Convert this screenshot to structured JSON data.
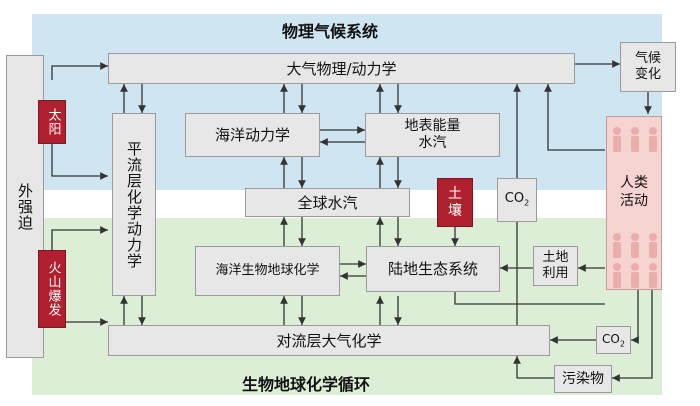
{
  "zones": {
    "physical_title": "物理气候系统",
    "bio_title": "生物地球化学循环"
  },
  "nodes": {
    "atmos": "大气物理/动力学",
    "climate1": "气候",
    "climate2": "变化",
    "strat": "平流层化学动力学",
    "ocean_dyn": "海洋动力学",
    "land_energy1": "地表能量",
    "land_energy2": "水汽",
    "global_water": "全球水汽",
    "ocean_bio": "海洋生物地球化学",
    "land_eco": "陆地生态系统",
    "tropo": "对流层大气化学",
    "external": "外强迫",
    "sun": "太阳",
    "volcano": "火山爆发",
    "soil1": "土",
    "soil2": "壤",
    "co2_top_a": "CO",
    "co2_top_b": "2",
    "co2_bottom_a": "CO",
    "co2_bottom_b": "2",
    "landuse1": "土地",
    "landuse2": "利用",
    "pollution": "污染物",
    "human1": "人类",
    "human2": "活动"
  },
  "colors": {
    "top_zone": "#cfe6f2",
    "bottom_zone": "#dcefd6",
    "box_fill": "#e7e7e7",
    "red_box": "#b0202e",
    "arrow": "#333333",
    "human_fill": "#f5d3d0"
  }
}
